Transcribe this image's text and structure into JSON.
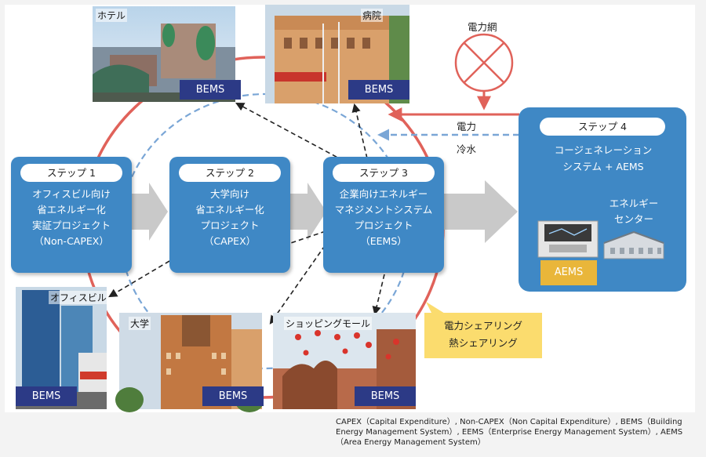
{
  "steps": [
    {
      "label": "ステップ 1",
      "body": "オフィスビル向け\n省エネルギー化\n実証プロジェクト\n（Non-CAPEX）"
    },
    {
      "label": "ステップ 2",
      "body": "大学向け\n省エネルギー化\nプロジェクト\n（CAPEX）"
    },
    {
      "label": "ステップ 3",
      "body": "企業向けエネルギー\nマネジメントシステム\nプロジェクト\n（EEMS）"
    },
    {
      "label": "ステップ 4",
      "body": "コージェネレーション\nシステム + AEMS"
    }
  ],
  "buildings": {
    "hotel": "ホテル",
    "hospital": "病院",
    "office": "オフィスビル",
    "university": "大学",
    "mall": "ショッピングモール"
  },
  "bems_label": "BEMS",
  "grid_label": "電力網",
  "power_label": "電力",
  "cooling_label": "冷水",
  "energy_center_label": "エネルギー\nセンター",
  "aems_label": "AEMS",
  "sharing": {
    "line1": "電力シェアリング",
    "line2": "熱シェアリング"
  },
  "footnote": "CAPEX（Capital Expenditure）, Non-CAPEX（Non Capital Expenditure）, BEMS（Building Energy Management System）, EEMS（Enterprise Energy Management System）, AEMS（Area Energy Management System）",
  "colors": {
    "step_blue": "#3f88c5",
    "bems_navy": "#2c3a86",
    "ring_red": "#e0625a",
    "dashed_blue": "#7aa6d6",
    "note_yellow": "#fbdc6e",
    "aems_gold": "#e9b63a"
  }
}
